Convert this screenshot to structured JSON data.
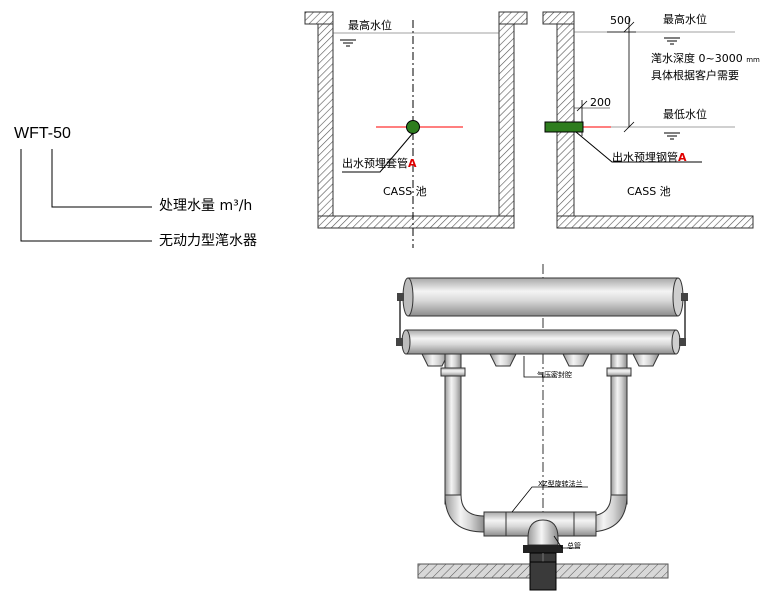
{
  "model": {
    "code": "WFT-50",
    "capacity_label": "处理水量 m³/h",
    "type_label": "无动力型滗水器"
  },
  "left_tank": {
    "max_level": "最高水位",
    "sleeve_label": "出水预埋套管",
    "marker": "A",
    "tank_name": "CASS 池"
  },
  "right_tank": {
    "dim_500": "500",
    "max_level": "最高水位",
    "depth_line1": "滗水深度 0~3000",
    "depth_unit": "mm",
    "depth_line2": "具体根据客户需要",
    "dim_200": "200",
    "min_level": "最低水位",
    "pipe_label": "出水预埋钢管",
    "marker": "A",
    "tank_name": "CASS 池"
  },
  "decanter": {
    "seal_label": "气压密封腔",
    "flange_label": "XZ型旋转法兰",
    "main_pipe_label": "总管"
  },
  "colors": {
    "hatch": "#777777",
    "red_line": "#ff3333",
    "green_pipe": "#2e7d1e"
  }
}
